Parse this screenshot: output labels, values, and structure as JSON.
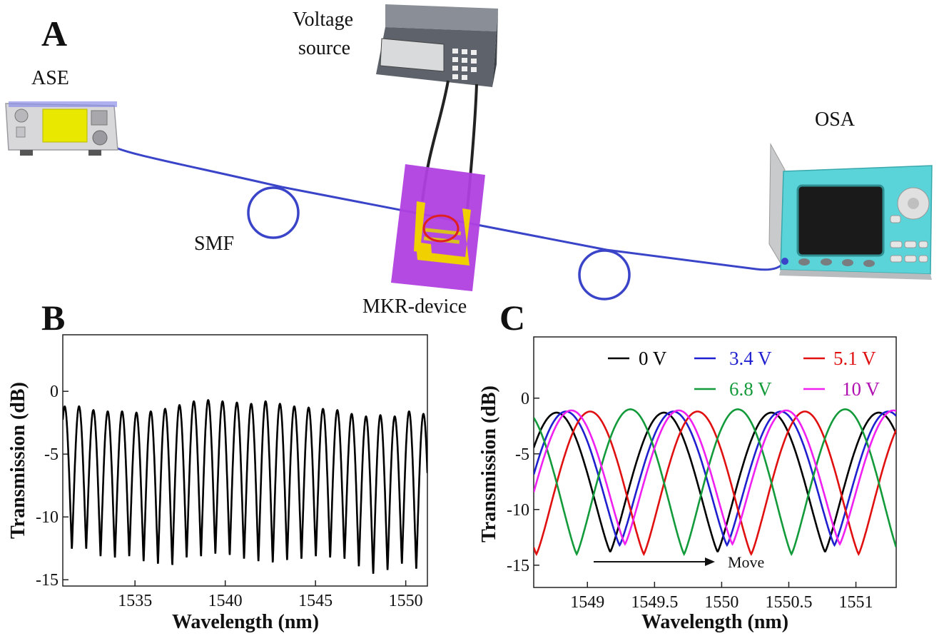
{
  "panels": {
    "a": "A",
    "b": "B",
    "c": "C"
  },
  "setup": {
    "ase_label": "ASE",
    "voltage_line1": "Voltage",
    "voltage_line2": "source",
    "osa_label": "OSA",
    "smf_label": "SMF",
    "device_label": "MKR-device"
  },
  "colors": {
    "fiber": "#3a44c8",
    "ase_screen": "#e8e800",
    "device_substrate": "#b040e0",
    "electrode": "#f0d000",
    "osa_body": "#5ad4d8"
  },
  "chart_data": [
    {
      "type": "line",
      "ylabel": "Transmission (dB)",
      "xlabel": "Wavelength (nm)",
      "xlim": [
        1531,
        1551.2
      ],
      "ylim": [
        -15.5,
        4.5
      ],
      "xticks": [
        "1535",
        "1540",
        "1545",
        "1550"
      ],
      "yticks": [
        "0",
        "-5",
        "-10",
        "-15"
      ],
      "series": [
        {
          "color": "#000000",
          "fsr_nm": 0.795,
          "first_peak_nm": 1531.9,
          "peaks_db": [
            -1.2,
            -1.5,
            -1.6,
            -1.6,
            -1.7,
            -1.6,
            -1.4,
            -1.1,
            -0.8,
            -0.7,
            -0.8,
            -0.9,
            -1.0,
            -0.8,
            -1.0,
            -1.2,
            -1.3,
            -1.4,
            -1.5,
            -1.8,
            -2.0,
            -1.9,
            -2.0,
            -1.6,
            -1.8
          ],
          "troughs_db": [
            -12.6,
            -13.2,
            -13.3,
            -13.2,
            -13.6,
            -13.8,
            -13.9,
            -13.3,
            -13.2,
            -13.0,
            -13.1,
            -13.4,
            -13.6,
            -13.7,
            -13.5,
            -13.4,
            -13.2,
            -13.3,
            -13.4,
            -14.0,
            -14.6,
            -14.3,
            -13.8,
            -14.2,
            -14.1
          ]
        }
      ]
    },
    {
      "type": "line",
      "ylabel": "Transmission (dB)",
      "xlabel": "Wavelength (nm)",
      "xlim": [
        1548.6,
        1551.3
      ],
      "ylim": [
        -17,
        5.5
      ],
      "xticks": [
        "1549",
        "1549.5",
        "1550",
        "1550.5",
        "1551"
      ],
      "yticks": [
        "0",
        "-5",
        "-10",
        "-15"
      ],
      "annotation": "Move",
      "fsr_nm": 0.8,
      "series": [
        {
          "name": "0 V",
          "color": "#000000",
          "trough_nm": 1549.17,
          "peak_db": -1.3,
          "trough_db": -13.8
        },
        {
          "name": "3.4 V",
          "color": "#1f1fd0",
          "trough_nm": 1549.24,
          "peak_db": -1.2,
          "trough_db": -13.2
        },
        {
          "name": "5.1 V",
          "color": "#e01010",
          "trough_nm": 1549.42,
          "peak_db": -1.2,
          "trough_db": -14.0
        },
        {
          "name": "6.8 V",
          "color": "#139a3a",
          "trough_nm": 1549.72,
          "peak_db": -1.0,
          "trough_db": -14.0
        },
        {
          "name": "10 V",
          "color": "#f020f0",
          "trough_nm": 1549.28,
          "peak_db": -1.1,
          "trough_db": -13.1
        }
      ]
    }
  ]
}
